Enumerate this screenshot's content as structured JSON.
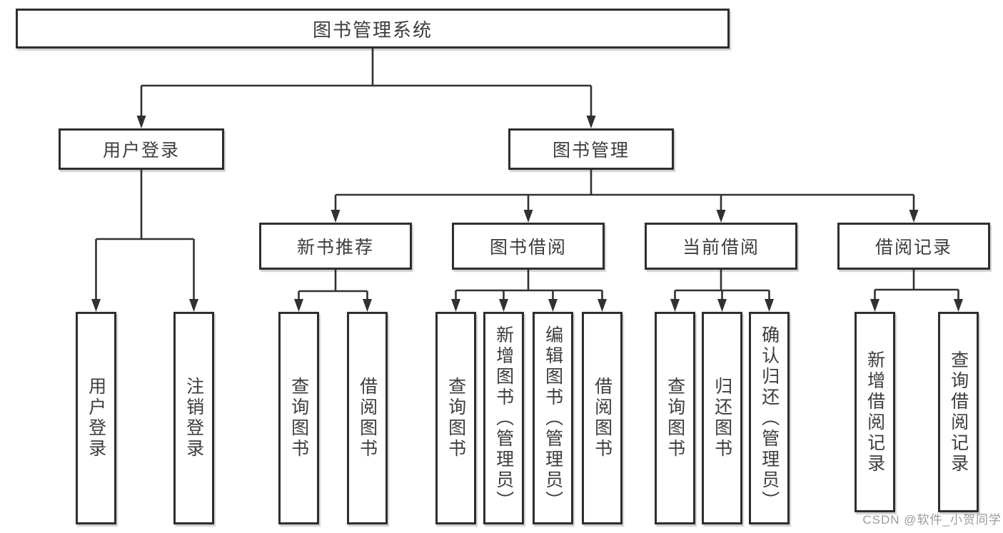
{
  "colors": {
    "line": "#313131",
    "box_border": "#2e2e2e",
    "text": "#3d3d3d",
    "background": "#ffffff",
    "watermark": "#9b9b9b"
  },
  "watermark": {
    "text": "CSDN @软件_小贺同学"
  },
  "tree": {
    "root": {
      "label": "图书管理系统"
    },
    "children": [
      {
        "label": "用户登录",
        "children": [
          {
            "label": "用户登录"
          },
          {
            "label": "注销登录"
          }
        ]
      },
      {
        "label": "图书管理",
        "children": [
          {
            "label": "新书推荐",
            "children": [
              {
                "label": "查询图书"
              },
              {
                "label": "借阅图书"
              }
            ]
          },
          {
            "label": "图书借阅",
            "children": [
              {
                "label": "查询图书"
              },
              {
                "label": "新增图书（管理员）"
              },
              {
                "label": "编辑图书（管理员）"
              },
              {
                "label": "借阅图书"
              }
            ]
          },
          {
            "label": "当前借阅",
            "children": [
              {
                "label": "查询图书"
              },
              {
                "label": "归还图书"
              },
              {
                "label": "确认归还（管理员）"
              }
            ]
          },
          {
            "label": "借阅记录",
            "children": [
              {
                "label": "新增借阅记录"
              },
              {
                "label": "查询借阅记录"
              }
            ]
          }
        ]
      }
    ]
  }
}
